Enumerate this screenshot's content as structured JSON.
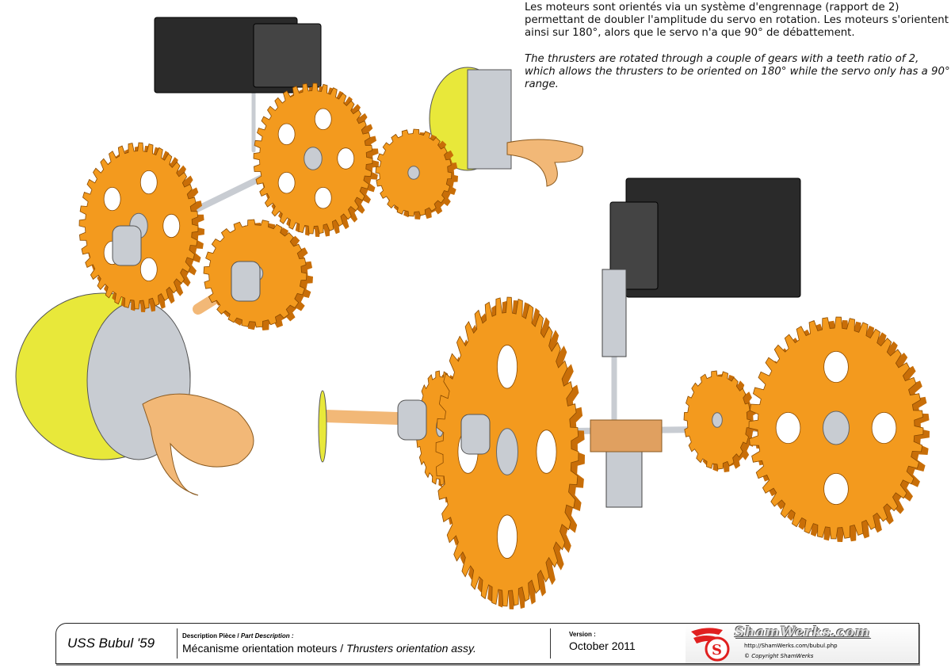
{
  "notes": {
    "french": "Les moteurs sont orientés via un système d'engrennage (rapport de 2) permettant de doubler l'amplitude du servo en rotation. Les moteurs s'orientent ainsi sur 180°, alors que le servo n'a que 90° de débattement.",
    "english": "The thrusters are rotated through a couple of gears with a teeth ratio of 2, which allows the thrusters to be oriented on 180° while the servo only has a 90° range."
  },
  "title_block": {
    "project": "USS Bubul '59",
    "description_label_fr": "Description Pièce / ",
    "description_label_en": "Part Description :",
    "description_fr": "Mécanisme orientation moteurs / ",
    "description_en": "Thrusters orientation assy.",
    "version_label": "Version :",
    "version": "October 2011",
    "brand": "ShamWerks.com",
    "url": "http://ShamWerks.com/bubul.php",
    "copyright": "© Copyright ShamWerks"
  },
  "colors": {
    "gear": "#f39a1e",
    "gear_dark": "#c86e08",
    "servo": "#2a2a2a",
    "motor": "#e8e83a",
    "shaft": "#c8ccd2",
    "prop": "#f2b877",
    "logo": "#e02020"
  }
}
